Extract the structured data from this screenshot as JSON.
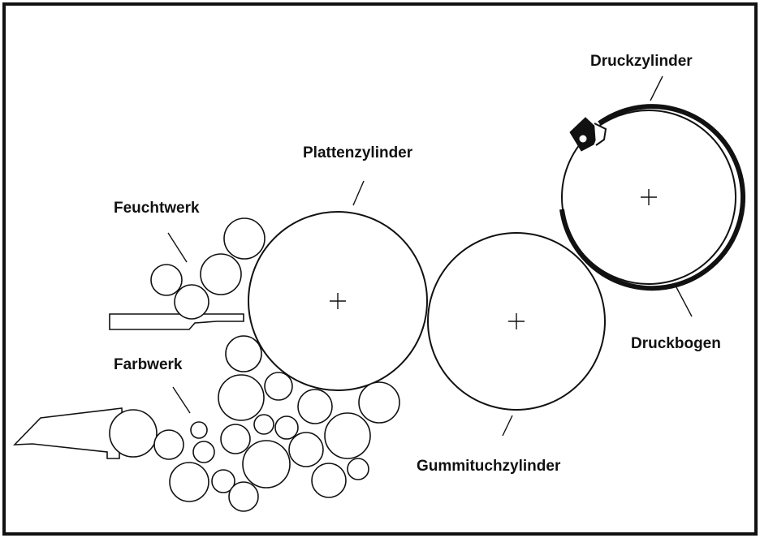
{
  "diagram": {
    "labels": {
      "druckzylinder": "Druckzylinder",
      "plattenzylinder": "Plattenzylinder",
      "feuchtwerk": "Feuchtwerk",
      "farbwerk": "Farbwerk",
      "gummituchzylinder": "Gummituchzylinder",
      "druckbogen": "Druckbogen"
    },
    "colors": {
      "line": "#111111",
      "background": "#ffffff",
      "frame": "#111111"
    }
  }
}
